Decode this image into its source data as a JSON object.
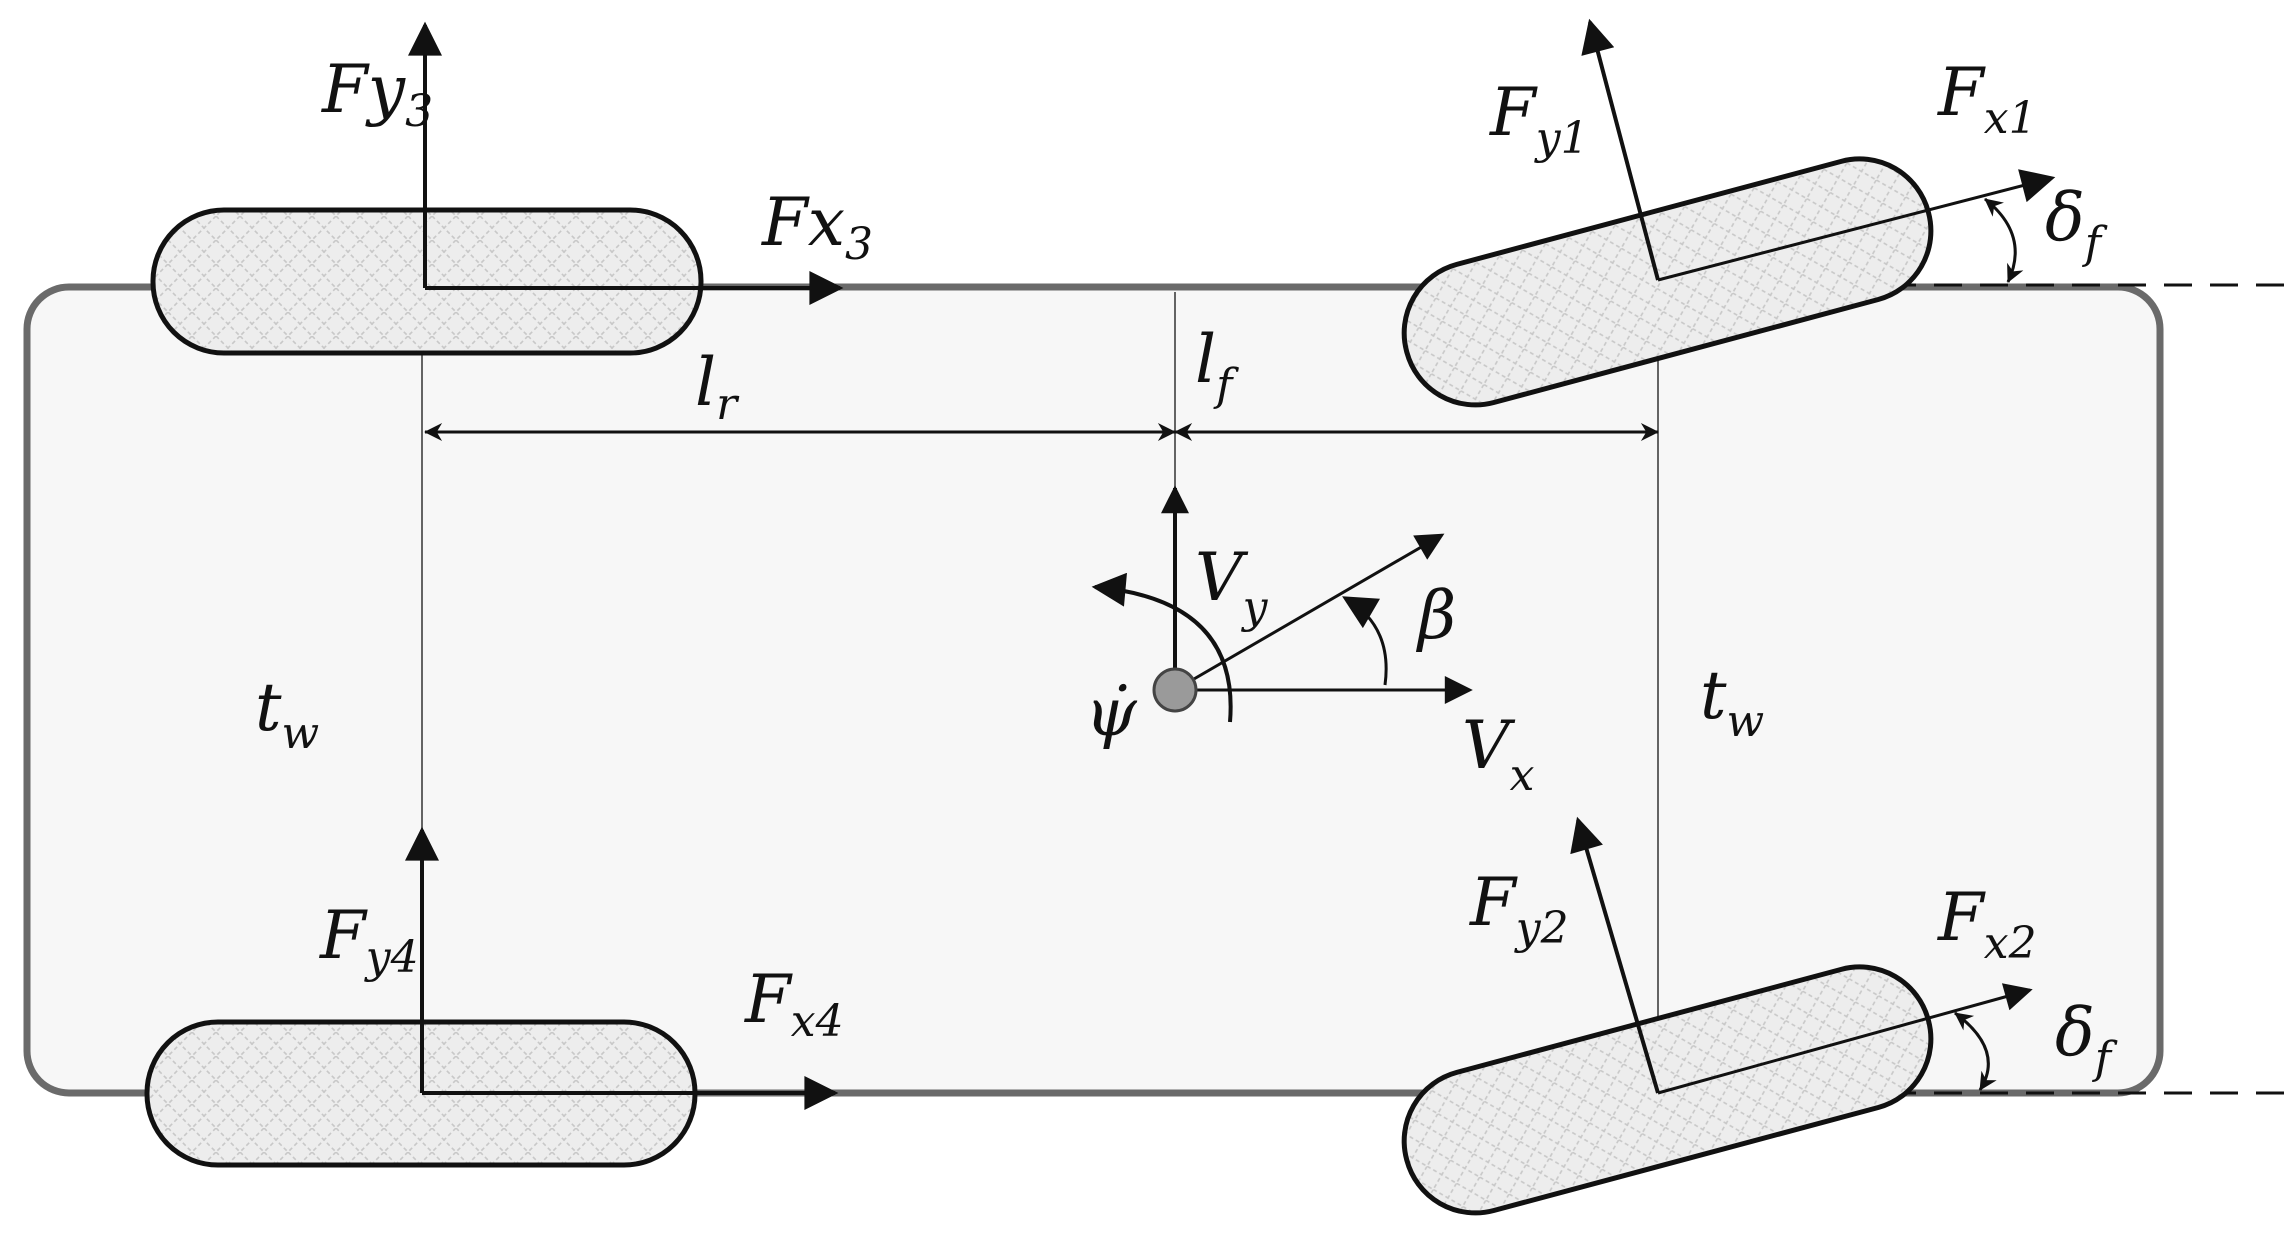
{
  "labels": {
    "fy1": {
      "main": "F",
      "sub": "y1"
    },
    "fx1": {
      "main": "F",
      "sub": "x1"
    },
    "fy2": {
      "main": "F",
      "sub": "y2"
    },
    "fx2": {
      "main": "F",
      "sub": "x2"
    },
    "fy3": {
      "main": "Fy",
      "sub": "3"
    },
    "fx3": {
      "main": "Fx",
      "sub": "3"
    },
    "fy4": {
      "main": "F",
      "sub": "y4"
    },
    "fx4": {
      "main": "F",
      "sub": "x4"
    },
    "lr": {
      "main": "l",
      "sub": "r"
    },
    "lf": {
      "main": "l",
      "sub": "f"
    },
    "tw_left": {
      "main": "t",
      "sub": "w"
    },
    "tw_right": {
      "main": "t",
      "sub": "w"
    },
    "vx": {
      "main": "V",
      "sub": "x"
    },
    "vy": {
      "main": "V",
      "sub": "y"
    },
    "beta": {
      "main": "β"
    },
    "psi_dot": {
      "main": "ψ̇"
    },
    "delta_f_top": {
      "main": "δ",
      "sub": "f"
    },
    "delta_f_bottom": {
      "main": "δ",
      "sub": "f"
    }
  },
  "colors": {
    "body_fill": "#f7f7f7",
    "body_stroke": "#6a6a6a",
    "line": "#111111",
    "tire_fill": "#ececec",
    "hatch": "#c9c9c9",
    "cg_fill": "#9a9a9a"
  }
}
